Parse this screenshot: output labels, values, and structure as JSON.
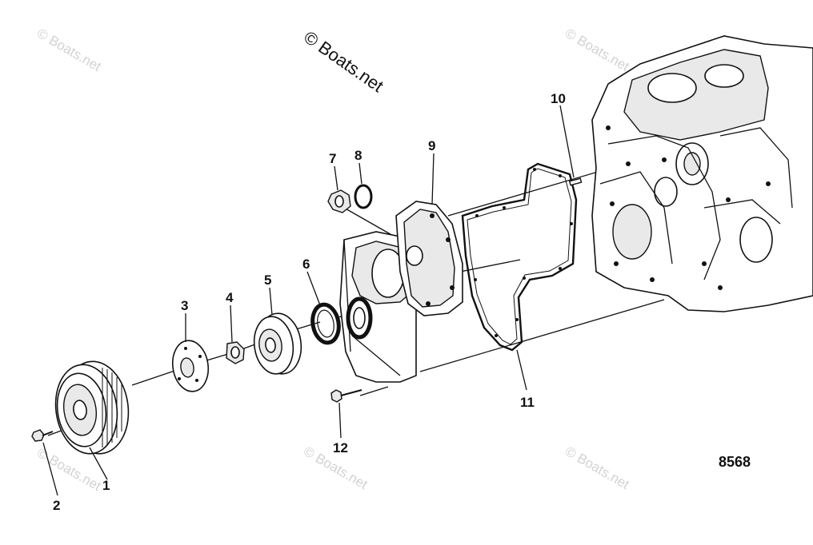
{
  "watermarks": {
    "main": "© Boats.net",
    "tile": "© Boats.net"
  },
  "figure_number": "8568",
  "callouts": [
    {
      "id": "1",
      "text": "1"
    },
    {
      "id": "2",
      "text": "2"
    },
    {
      "id": "3",
      "text": "3"
    },
    {
      "id": "4",
      "text": "4"
    },
    {
      "id": "5",
      "text": "5"
    },
    {
      "id": "6",
      "text": "6"
    },
    {
      "id": "7",
      "text": "7"
    },
    {
      "id": "8",
      "text": "8"
    },
    {
      "id": "9",
      "text": "9"
    },
    {
      "id": "10",
      "text": "10"
    },
    {
      "id": "11",
      "text": "11"
    },
    {
      "id": "12",
      "text": "12"
    }
  ]
}
